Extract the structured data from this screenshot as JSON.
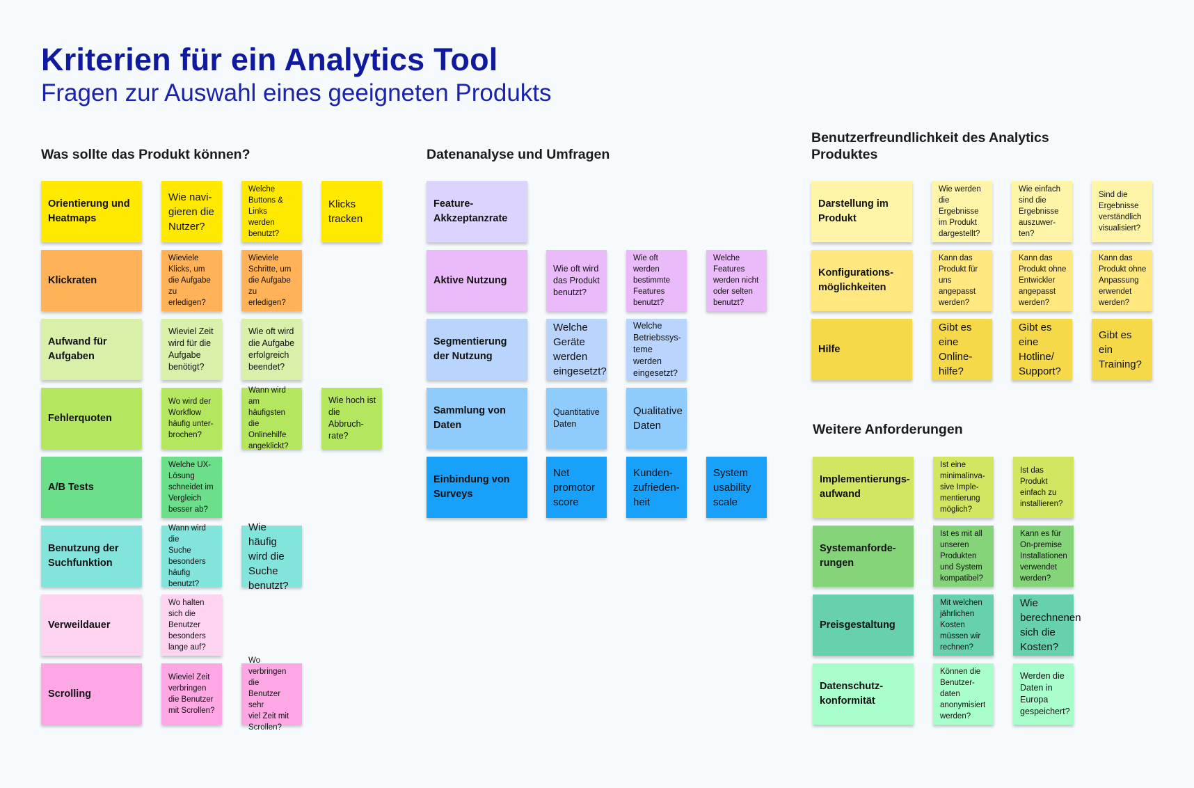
{
  "header": {
    "title": "Kriterien für ein Analytics Tool",
    "subtitle": "Fragen zur Auswahl eines geeigneten Produkts"
  },
  "sections": [
    {
      "title": "Was sollte das Produkt können?",
      "rows": [
        {
          "label": "Orientierung und\nHeatmaps",
          "color": "#FFE900",
          "questions": [
            "Wie navi-\ngieren die\nNutzer?",
            "Welche\nButtons &\nLinks\nwerden\nbenutzt?",
            "Klicks\ntracken"
          ]
        },
        {
          "label": "Klickraten",
          "color": "#FFB257",
          "questions": [
            "Wieviele\nKlicks, um\ndie Aufgabe\nzu\nerledigen?",
            "Wieviele\nSchritte, um\ndie Aufgabe\nzu\nerledigen?"
          ]
        },
        {
          "label": "Aufwand für\nAufgaben",
          "color": "#D9F0AB",
          "questions": [
            "Wieviel Zeit\nwird für die\nAufgabe\nbenötigt?",
            "Wie oft wird\ndie Aufgabe\nerfolgreich\nbeendet?"
          ]
        },
        {
          "label": "Fehlerquoten",
          "color": "#B4E660",
          "questions": [
            "Wo wird der\nWorkflow\nhäufig unter-\nbrochen?",
            "Wann wird am\nhäufigsten die\nOnlinehilfe\nangeklickt?",
            "Wie hoch ist\ndie Abbruch-\nrate?"
          ]
        },
        {
          "label": "A/B Tests",
          "color": "#6BDF8A",
          "questions": [
            "Welche UX-\nLösung\nschneidet im\nVergleich\nbesser ab?"
          ]
        },
        {
          "label": "Benutzung der\nSuchfunktion",
          "color": "#82E4DB",
          "questions": [
            "Wann wird die\nSuche\nbesonders\nhäufig\nbenutzt?",
            "Wie häufig\nwird die\nSuche\nbenutzt?"
          ]
        },
        {
          "label": "Verweildauer",
          "color": "#FFD4F1",
          "questions": [
            "Wo halten\nsich die\nBenutzer\nbesonders\nlange auf?"
          ]
        },
        {
          "label": "Scrolling",
          "color": "#FEA7E5",
          "questions": [
            "Wieviel Zeit\nverbringen\ndie Benutzer\nmit Scrollen?",
            "Wo\nverbringen die\nBenutzer sehr\nviel Zeit mit\nScrollen?"
          ]
        }
      ]
    },
    {
      "title": "Datenanalyse und Umfragen",
      "rows": [
        {
          "label": "Feature-\nAkkzeptanzrate",
          "color": "#DCD3FF",
          "questions": []
        },
        {
          "label": "Aktive Nutzung",
          "color": "#EBBAFB",
          "questions": [
            "Wie oft wird\ndas Produkt\nbenutzt?",
            "Wie oft\nwerden\nbestimmte\nFeatures\nbenutzt?",
            "Welche\nFeatures\nwerden nicht\noder selten\nbenutzt?"
          ]
        },
        {
          "label": "Segmentierung\nder Nutzung",
          "color": "#B9D4FD",
          "questions": [
            "Welche\nGeräte\nwerden\neingesetzt?",
            "Welche\nBetriebssys-\nteme werden\neingesetzt?"
          ]
        },
        {
          "label": "Sammlung von\nDaten",
          "color": "#90CBFE",
          "questions": [
            "Quantitative\nDaten",
            "Qualitative\nDaten"
          ]
        },
        {
          "label": "Einbindung von\nSurveys",
          "color": "#18A0FB",
          "questions": [
            "Net\npromotor\nscore",
            "Kunden-\nzufrieden-\nheit",
            "System\nusability\nscale"
          ]
        }
      ]
    },
    {
      "title": "Benutzerfreundlichkeit des Analytics\nProduktes",
      "rows": [
        {
          "label": "Darstellung im\nProdukt",
          "color": "#FFF5A9",
          "questions": [
            "Wie werden\ndie\nErgebnisse\nim Produkt\ndargestellt?",
            "Wie einfach\nsind die\nErgebnisse\nauszuwer-\nten?",
            "Sind die\nErgebnisse\nverständlich\nvisualisiert?"
          ]
        },
        {
          "label": "Konfigurations-\nmöglichkeiten",
          "color": "#FFE880",
          "questions": [
            "Kann das\nProdukt für\nuns\nangepasst\nwerden?",
            "Kann das\nProdukt ohne\nEntwickler\nangepasst\nwerden?",
            "Kann das\nProdukt ohne\nAnpassung\nerwendet\nwerden?"
          ]
        },
        {
          "label": "Hilfe",
          "color": "#F6D948",
          "questions": [
            "Gibt es\neine\nOnline-\nhilfe?",
            "Gibt es\neine\nHotline/\nSupport?",
            "Gibt es ein\nTraining?"
          ]
        }
      ]
    },
    {
      "title": "Weitere Anforderungen",
      "rows": [
        {
          "label": "Implementierungs-\naufwand",
          "color": "#D2E661",
          "questions": [
            "Ist eine\nminimalinva-\nsive Imple-\nmentierung\nmöglich?",
            "Ist das\nProdukt\neinfach zu\ninstallieren?"
          ]
        },
        {
          "label": "Systemanforde-\nrungen",
          "color": "#86D47A",
          "questions": [
            "Ist es mit all\nunseren\nProdukten\nund System\nkompatibel?",
            "Kann es für\nOn-premise\nInstallationen\nverwendet\nwerden?"
          ]
        },
        {
          "label": "Preisgestaltung",
          "color": "#66D1AC",
          "questions": [
            "Mit welchen\njährlichen\nKosten\nmüssen wir\nrechnen?",
            "Wie\nberechnenen\nsich die\nKosten?"
          ]
        },
        {
          "label": "Datenschutz-\nkonformität",
          "color": "#A8FFCB",
          "questions": [
            "Können die\nBenutzer-\ndaten\nanonymisiert\nwerden?",
            "Werden die\nDaten in\nEuropa\ngespeichert?"
          ]
        }
      ]
    }
  ]
}
